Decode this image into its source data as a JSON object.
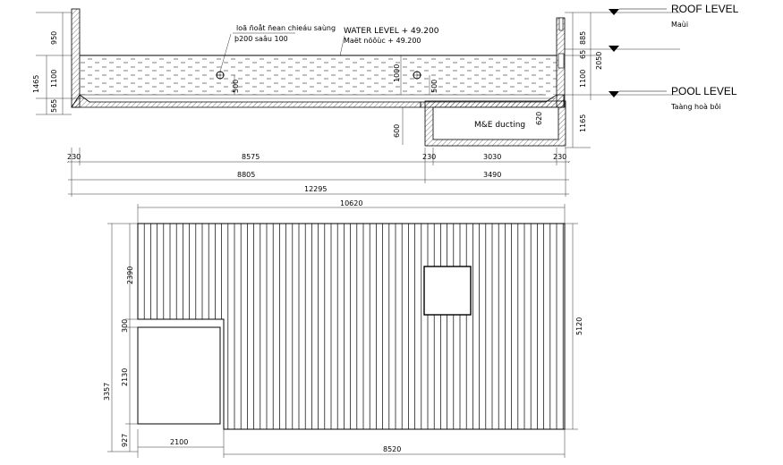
{
  "section": {
    "roof_level": "ROOF LEVEL",
    "roof_sub": "Maùi",
    "pool_level": "POOL LEVEL",
    "pool_sub": "Taàng hoà bôi",
    "water_level": "WATER LEVEL + 49.200",
    "water_sub": "Maët nöôùc + 49.200",
    "drain_note_1": "loã ñoåt ñean chieáu saùng",
    "drain_note_2": "þ200 saâu 100",
    "me_ducting": "M&E ducting",
    "left_dims": [
      "950",
      "1100",
      "565",
      "1465"
    ],
    "right_dims": [
      "885",
      "1100",
      "2050",
      "1165",
      "65"
    ],
    "inner_dims": [
      "500",
      "1000",
      "500",
      "600",
      "620"
    ],
    "bottom_row1": [
      "230",
      "8575",
      "230",
      "3030",
      "230"
    ],
    "bottom_row2": [
      "8805",
      "3490"
    ],
    "total": "12295"
  },
  "plan": {
    "top": "10620",
    "left_dims": [
      "2390",
      "300",
      "2130",
      "3357",
      "927"
    ],
    "right_dim": "5120",
    "bottom_left": "2100",
    "bottom_right": "8520"
  }
}
